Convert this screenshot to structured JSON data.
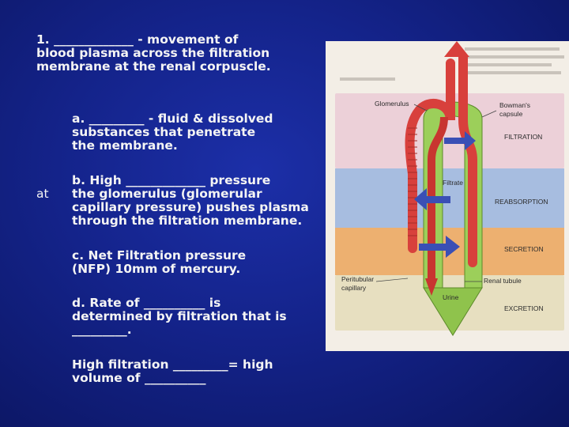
{
  "text": {
    "item1": "1. _____________ - movement of\nblood plasma across the filtration\nmembrane at the renal corpuscle.",
    "sub_a": "a. _________ - fluid & dissolved\nsubstances that penetrate\nthe membrane.",
    "sub_b": "b. High _____________ pressure\nthe glomerulus (glomerular\ncapillary pressure) pushes plasma\nthrough the filtration membrane.",
    "at_label": "at",
    "sub_c": "c. Net Filtration pressure\n(NFP) 10mm of mercury.",
    "sub_d": "d. Rate of __________ is\ndetermined by filtration that is\n_________.",
    "sub_e": "High filtration _________= high\nvolume of __________"
  },
  "figure": {
    "labels": {
      "glomerulus": "Glomerulus",
      "bowmans_1": "Bowman's",
      "bowmans_2": "capsule",
      "filtrate": "Filtrate",
      "peritubular_1": "Peritubular",
      "peritubular_2": "capillary",
      "renal_tubule": "Renal tubule",
      "urine": "Urine"
    },
    "bands": {
      "filtration": "FILTRATION",
      "reabsorption": "REABSORPTION",
      "secretion": "SECRETION",
      "excretion": "EXCRETION"
    },
    "colors": {
      "band_filtration": "#ecd0d8",
      "band_reabsorption": "#a7bde0",
      "band_secretion": "#edb070",
      "band_excretion": "#e7dfc0",
      "capillary": "#d8403c",
      "tubule": "#9ccf5a",
      "arrow": "#3a4fb5"
    }
  }
}
